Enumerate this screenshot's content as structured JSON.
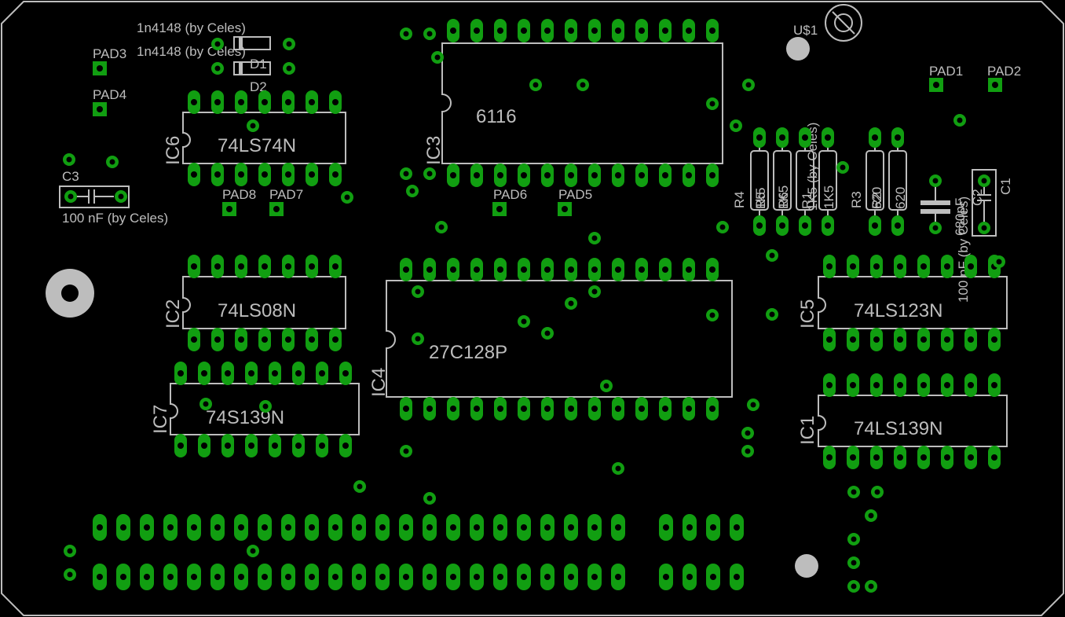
{
  "colors": {
    "background": "#000000",
    "copper": "#119e11",
    "silkscreen": "#bdbdbd",
    "drill": "#000000"
  },
  "components": {
    "ic3": {
      "ref": "IC3",
      "value": "6116"
    },
    "ic6": {
      "ref": "IC6",
      "value": "74LS74N"
    },
    "ic2": {
      "ref": "IC2",
      "value": "74LS08N"
    },
    "ic7": {
      "ref": "IC7",
      "value": "74S139N"
    },
    "ic4": {
      "ref": "IC4",
      "value": "27C128P"
    },
    "ic5": {
      "ref": "IC5",
      "value": "74LS123N"
    },
    "ic1": {
      "ref": "IC1",
      "value": "74LS139N"
    },
    "d1": {
      "ref": "D1",
      "value": "1n4148 (by Celes)"
    },
    "d2": {
      "ref": "D2",
      "value": "1n4148 (by Celes)"
    },
    "c3": {
      "ref": "C3",
      "value": "100 nF (by Celes)"
    },
    "c1": {
      "ref": "C1",
      "value": "100 nF (by Celes)"
    },
    "c2": {
      "ref": "C2",
      "value": "680pF"
    },
    "r4": {
      "ref": "R4",
      "value": "1K5 (by Celes)"
    },
    "r5": {
      "ref": "R5",
      "value": "1k5"
    },
    "r6": {
      "ref": "R6",
      "value": "1K5"
    },
    "r1": {
      "ref": "R1",
      "value": "1K5"
    },
    "r3": {
      "ref": "R3",
      "value": "620"
    },
    "r2": {
      "ref": "R2",
      "value": "620"
    },
    "u1": {
      "ref": "U$1"
    }
  },
  "pads": [
    "PAD1",
    "PAD2",
    "PAD3",
    "PAD4",
    "PAD5",
    "PAD6",
    "PAD7",
    "PAD8"
  ]
}
